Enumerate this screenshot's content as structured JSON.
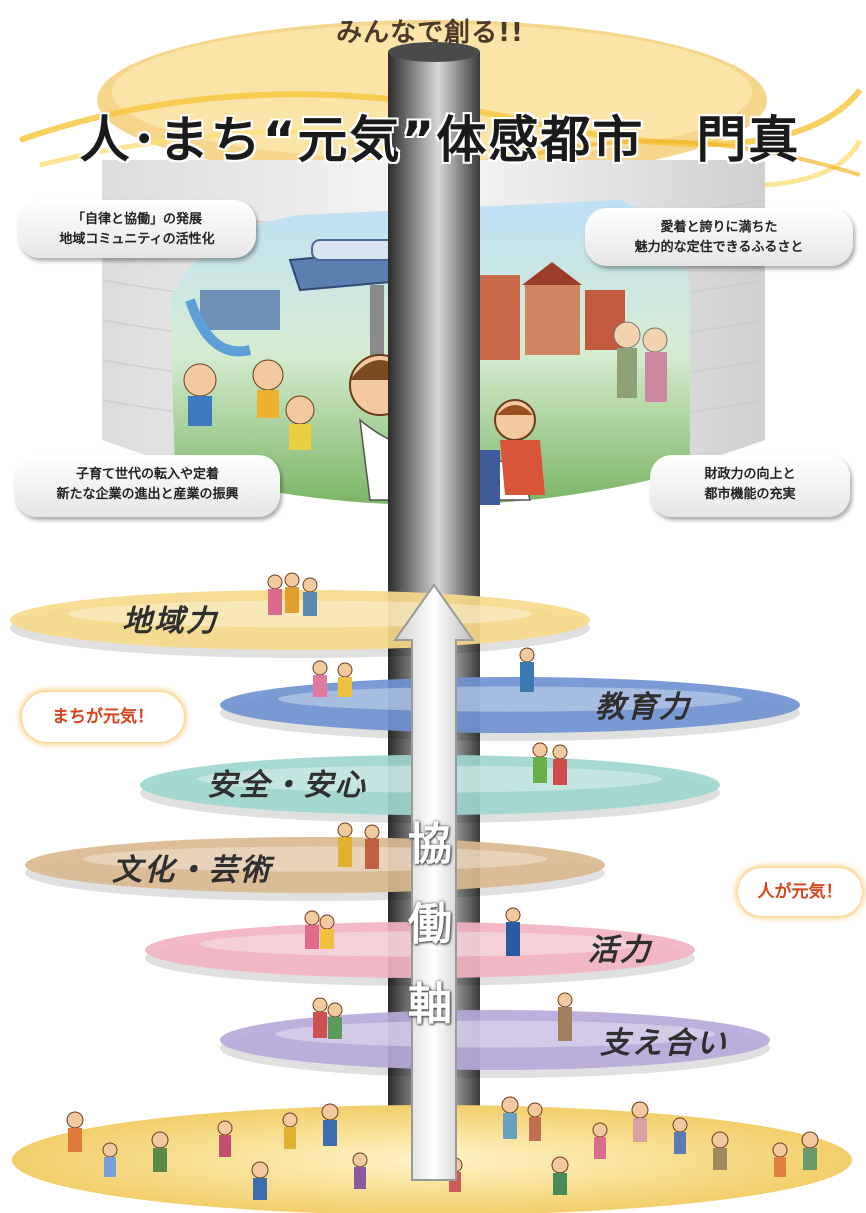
{
  "header": {
    "slogan": "みんなで創る!!",
    "title": "人･まち“元気”体感都市　門真"
  },
  "bubbles": {
    "top_left": [
      "「自律と協働」の発展",
      "地域コミュニティの活性化"
    ],
    "top_right": [
      "愛着と誇りに満ちた",
      "魅力的な定住できるふるさと"
    ],
    "bottom_left": [
      "子育て世代の転入や定着",
      "新たな企業の進出と産業の振興"
    ],
    "bottom_right": [
      "財政力の向上と",
      "都市機能の充実"
    ]
  },
  "discs": [
    {
      "label": "地域力",
      "color": "#f6d98a"
    },
    {
      "label": "教育力",
      "color": "#6f93cf"
    },
    {
      "label": "安全・安心",
      "color": "#9fd6cf"
    },
    {
      "label": "文化・芸術",
      "color": "#d9b98f"
    },
    {
      "label": "活力",
      "color": "#f2b3c2"
    },
    {
      "label": "支え合い",
      "color": "#b7a9d9"
    }
  ],
  "axis_label": [
    "協",
    "働",
    "軸"
  ],
  "callouts": {
    "town": "まちが元気！",
    "people": "人が元気！"
  },
  "icons": [
    "people-group-icon",
    "family-illustration-icon",
    "monorail-icon",
    "townscape-icon"
  ]
}
